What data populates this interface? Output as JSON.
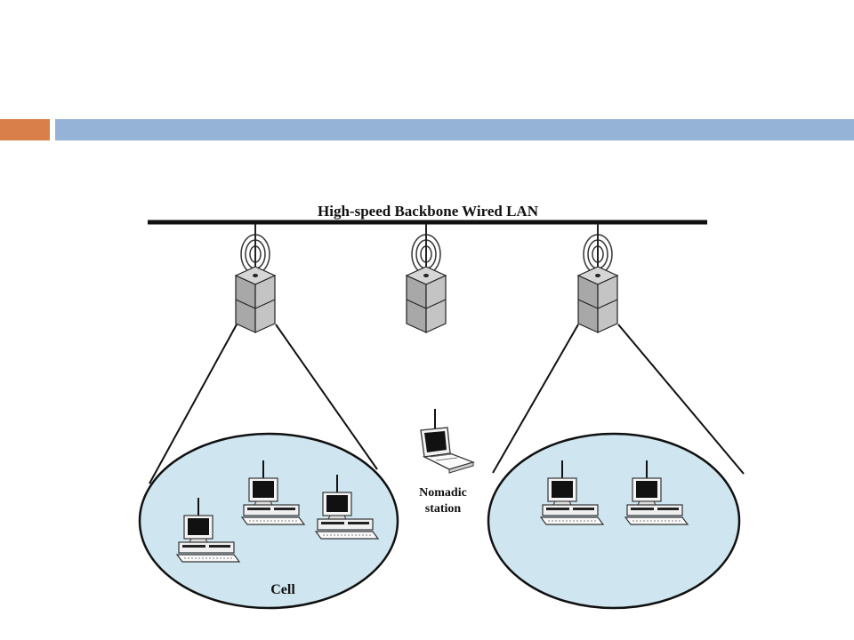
{
  "slide": {
    "accent_color": "#d9804a",
    "bar_color": "#95b3d7"
  },
  "diagram": {
    "backbone_label": "High-speed Backbone Wired LAN",
    "cell_label": "Cell",
    "nomadic_label_line1": "Nomadic",
    "nomadic_label_line2": "station",
    "cell_fill": "#cfe6f0",
    "access_points": [
      "access-point-left",
      "access-point-center",
      "access-point-right"
    ],
    "left_cell_stations": 3,
    "right_cell_stations": 2
  }
}
